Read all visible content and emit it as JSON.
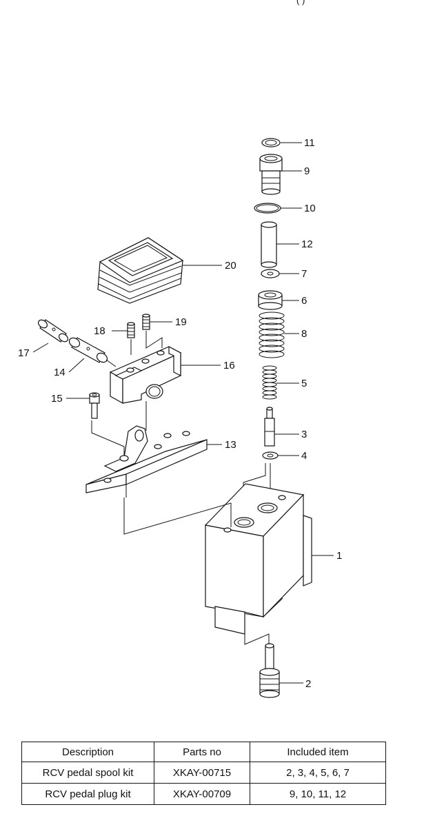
{
  "header": {
    "note": "( )"
  },
  "diagram": {
    "callouts": {
      "p1": "1",
      "p2": "2",
      "p3": "3",
      "p4": "4",
      "p5": "5",
      "p6": "6",
      "p7": "7",
      "p8": "8",
      "p9": "9",
      "p10": "10",
      "p11": "11",
      "p12": "12",
      "p13": "13",
      "p14": "14",
      "p15": "15",
      "p16": "16",
      "p17": "17",
      "p18": "18",
      "p19": "19",
      "p20": "20"
    }
  },
  "table": {
    "headers": [
      "Description",
      "Parts no",
      "Included item"
    ],
    "rows": [
      [
        "RCV pedal spool  kit",
        "XKAY-00715",
        "2, 3, 4, 5, 6, 7"
      ],
      [
        "RCV pedal plug  kit",
        "XKAY-00709",
        "9, 10, 11, 12"
      ]
    ]
  }
}
